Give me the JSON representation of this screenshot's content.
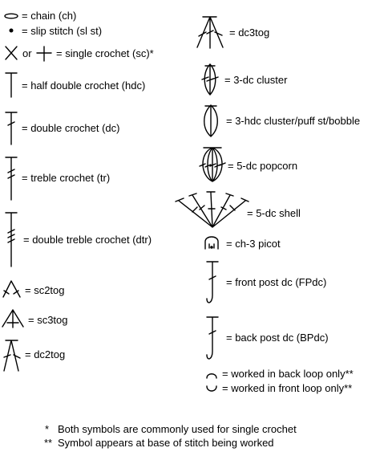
{
  "legend": {
    "left": [
      {
        "symbol": "chain-icon",
        "label": "= chain (ch)"
      },
      {
        "symbol": "slip-stitch-icon",
        "label": "= slip stitch (sl st)"
      },
      {
        "symbol": "single-crochet-icon",
        "label": "or",
        "label2": "= single crochet (sc)*"
      },
      {
        "symbol": "half-double-crochet-icon",
        "label": "= half double crochet (hdc)"
      },
      {
        "symbol": "double-crochet-icon",
        "label": "= double crochet (dc)"
      },
      {
        "symbol": "treble-crochet-icon",
        "label": "= treble crochet (tr)"
      },
      {
        "symbol": "double-treble-crochet-icon",
        "label": "= double treble crochet (dtr)"
      },
      {
        "symbol": "sc2tog-icon",
        "label": "= sc2tog"
      },
      {
        "symbol": "sc3tog-icon",
        "label": "= sc3tog"
      },
      {
        "symbol": "dc2tog-icon",
        "label": "= dc2tog"
      }
    ],
    "right": [
      {
        "symbol": "dc3tog-icon",
        "label": "= dc3tog"
      },
      {
        "symbol": "3-dc-cluster-icon",
        "label": "= 3-dc cluster"
      },
      {
        "symbol": "3-hdc-cluster-icon",
        "label": "= 3-hdc cluster/puff st/bobble"
      },
      {
        "symbol": "5-dc-popcorn-icon",
        "label": "= 5-dc popcorn"
      },
      {
        "symbol": "5-dc-shell-icon",
        "label": "= 5-dc shell"
      },
      {
        "symbol": "ch-3-picot-icon",
        "label": "= ch-3 picot"
      },
      {
        "symbol": "front-post-dc-icon",
        "label": "= front post dc (FPdc)"
      },
      {
        "symbol": "back-post-dc-icon",
        "label": "= back post dc (BPdc)"
      },
      {
        "symbol": "back-loop-icon",
        "label": "= worked in back loop only**"
      },
      {
        "symbol": "front-loop-icon",
        "label": "= worked in front loop only**"
      }
    ]
  },
  "footnotes": [
    {
      "mark": "*",
      "text": "Both symbols are commonly used for single crochet"
    },
    {
      "mark": "**",
      "text": "Symbol appears at base of stitch being worked"
    }
  ]
}
